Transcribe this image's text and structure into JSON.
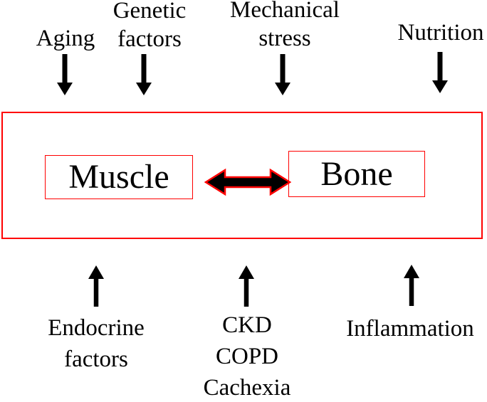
{
  "colors": {
    "accent_red": "#ff0000",
    "text_black": "#000000",
    "background": "#ffffff"
  },
  "top_factors": [
    {
      "name": "aging",
      "text": "Aging"
    },
    {
      "name": "genetic-factors",
      "text": "Genetic\nfactors"
    },
    {
      "name": "mechanical-stress",
      "text": "Mechanical\nstress"
    },
    {
      "name": "nutrition",
      "text": "Nutrition"
    }
  ],
  "center": {
    "muscle_label": "Muscle",
    "bone_label": "Bone"
  },
  "bottom_factors": [
    {
      "name": "endocrine-factors",
      "text": "Endocrine\nfactors"
    },
    {
      "name": "diseases",
      "text": "CKD\nCOPD\nCachexia"
    },
    {
      "name": "inflammation",
      "text": "Inflammation"
    }
  ]
}
